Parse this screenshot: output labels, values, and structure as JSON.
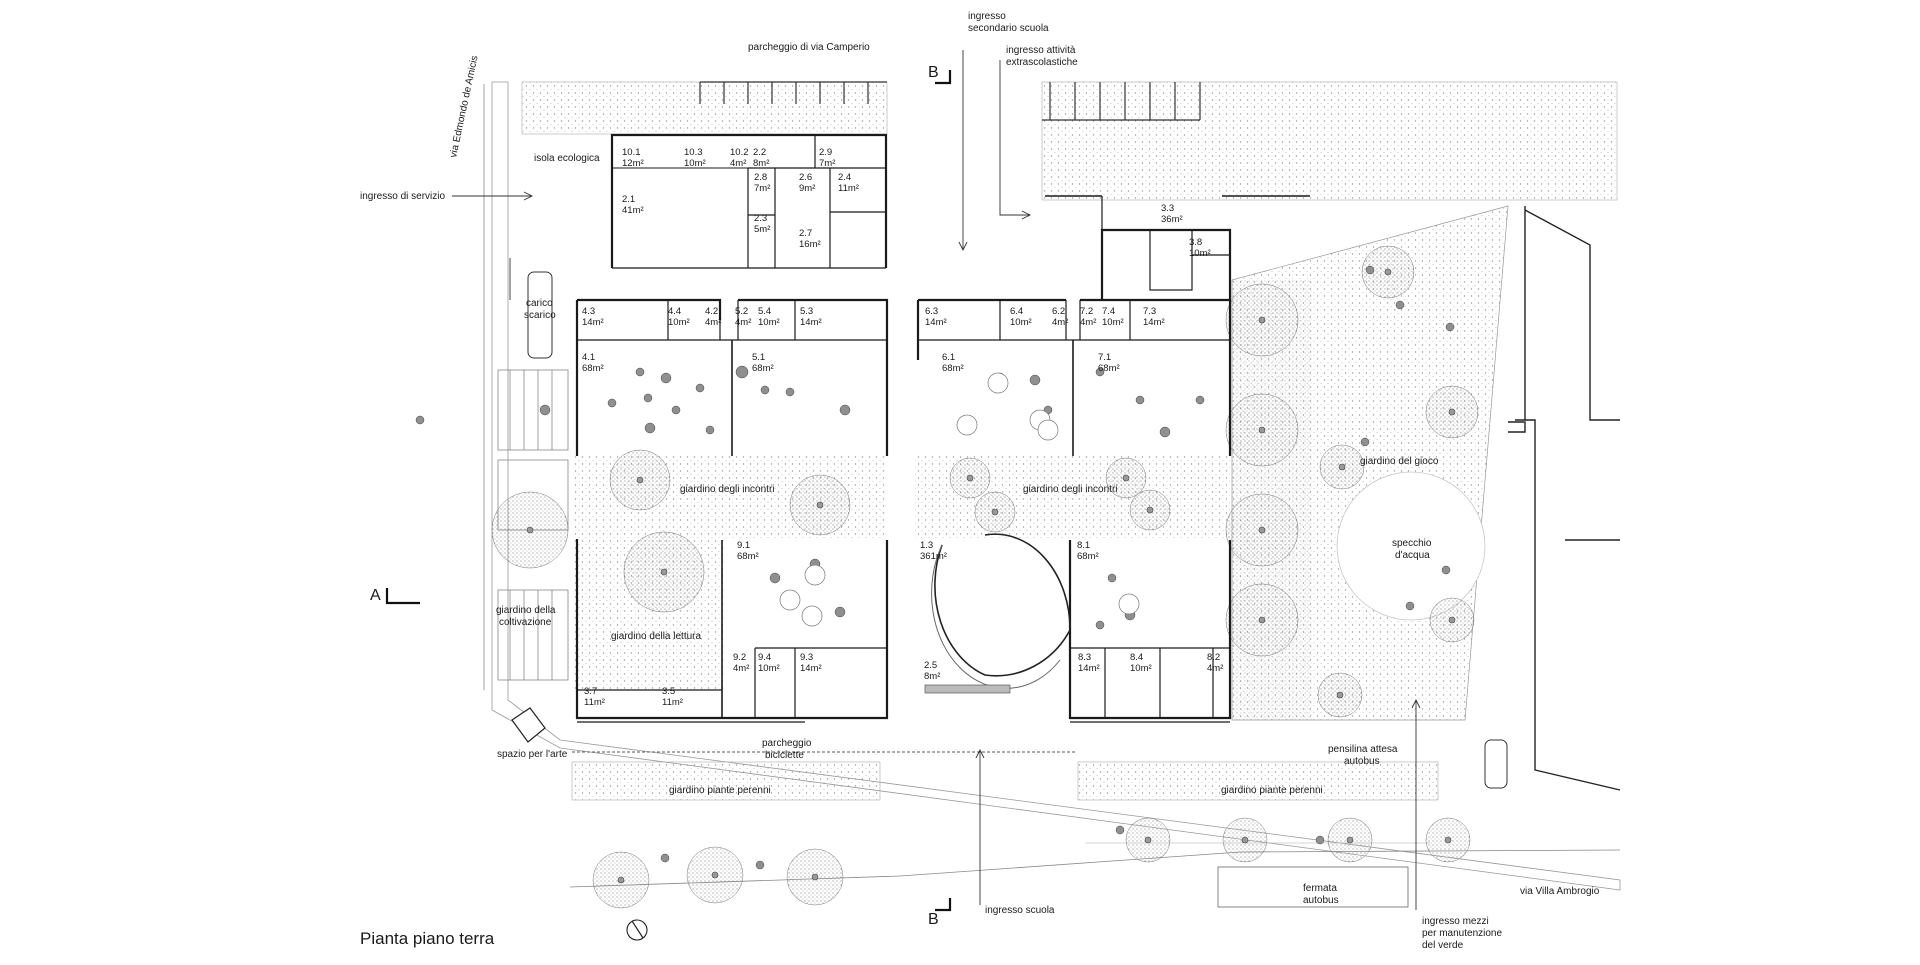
{
  "plan": {
    "title": "Pianta piano terra",
    "section_marks": {
      "a": "A",
      "b_top": "B",
      "b_bottom": "B"
    }
  },
  "streets": {
    "west": "via Edmondo de Amicis",
    "south": "via Villa Ambrogio",
    "north_parking": "parcheggio di via Camperio"
  },
  "access": {
    "service": "ingresso di servizio",
    "secondary_1": "ingresso",
    "secondary_2": "secondario scuola",
    "extra_1": "ingresso attività",
    "extra_2": "extrascolastiche",
    "school": "ingresso scuola",
    "maint_1": "ingresso mezzi",
    "maint_2": "per manutenzione",
    "maint_3": "del verde"
  },
  "areas": {
    "isola": "isola ecologica",
    "carico_1": "carico",
    "carico_2": "scarico",
    "coltiv_1": "giardino della",
    "coltiv_2": "coltivazione",
    "arte": "spazio per l'arte",
    "incontri_w": "giardino degli incontri",
    "incontri_e": "giardino degli incontri",
    "lettura": "giardino della lettura",
    "gioco": "giardino del gioco",
    "specchio_1": "specchio",
    "specchio_2": "d'acqua",
    "bici_1": "parcheggio",
    "bici_2": "biciclette",
    "perenni_w": "giardino piante perenni",
    "perenni_e": "giardino piante perenni",
    "pensilina_1": "pensilina attesa",
    "pensilina_2": "autobus",
    "fermata_1": "fermata",
    "fermata_2": "autobus"
  },
  "rooms": [
    {
      "id": "10.1",
      "area": "12m²"
    },
    {
      "id": "10.3",
      "area": "10m²"
    },
    {
      "id": "10.2",
      "area": "4m²"
    },
    {
      "id": "2.2",
      "area": "8m²"
    },
    {
      "id": "2.9",
      "area": "7m²"
    },
    {
      "id": "2.8",
      "area": "7m²"
    },
    {
      "id": "2.6",
      "area": "9m²"
    },
    {
      "id": "2.4",
      "area": "11m²"
    },
    {
      "id": "2.1",
      "area": "41m²"
    },
    {
      "id": "2.3",
      "area": "5m²"
    },
    {
      "id": "2.7",
      "area": "16m²"
    },
    {
      "id": "3.3",
      "area": "36m²"
    },
    {
      "id": "3.8",
      "area": "10m²"
    },
    {
      "id": "4.3",
      "area": "14m²"
    },
    {
      "id": "4.4",
      "area": "10m²"
    },
    {
      "id": "4.2",
      "area": "4m²"
    },
    {
      "id": "5.2",
      "area": "4m²"
    },
    {
      "id": "5.4",
      "area": "10m²"
    },
    {
      "id": "5.3",
      "area": "14m²"
    },
    {
      "id": "4.1",
      "area": "68m²"
    },
    {
      "id": "5.1",
      "area": "68m²"
    },
    {
      "id": "6.3",
      "area": "14m²"
    },
    {
      "id": "6.4",
      "area": "10m²"
    },
    {
      "id": "6.2",
      "area": "4m²"
    },
    {
      "id": "7.2",
      "area": "4m²"
    },
    {
      "id": "7.4",
      "area": "10m²"
    },
    {
      "id": "7.3",
      "area": "14m²"
    },
    {
      "id": "6.1",
      "area": "68m²"
    },
    {
      "id": "7.1",
      "area": "68m²"
    },
    {
      "id": "9.1",
      "area": "68m²"
    },
    {
      "id": "1.3",
      "area": "361m²"
    },
    {
      "id": "8.1",
      "area": "68m²"
    },
    {
      "id": "9.2",
      "area": "4m²"
    },
    {
      "id": "9.4",
      "area": "10m²"
    },
    {
      "id": "9.3",
      "area": "14m²"
    },
    {
      "id": "8.3",
      "area": "14m²"
    },
    {
      "id": "8.4",
      "area": "10m²"
    },
    {
      "id": "8.2",
      "area": "4m²"
    },
    {
      "id": "2.5",
      "area": "8m²"
    },
    {
      "id": "3.7",
      "area": "11m²"
    },
    {
      "id": "3.5",
      "area": "11m²"
    }
  ]
}
